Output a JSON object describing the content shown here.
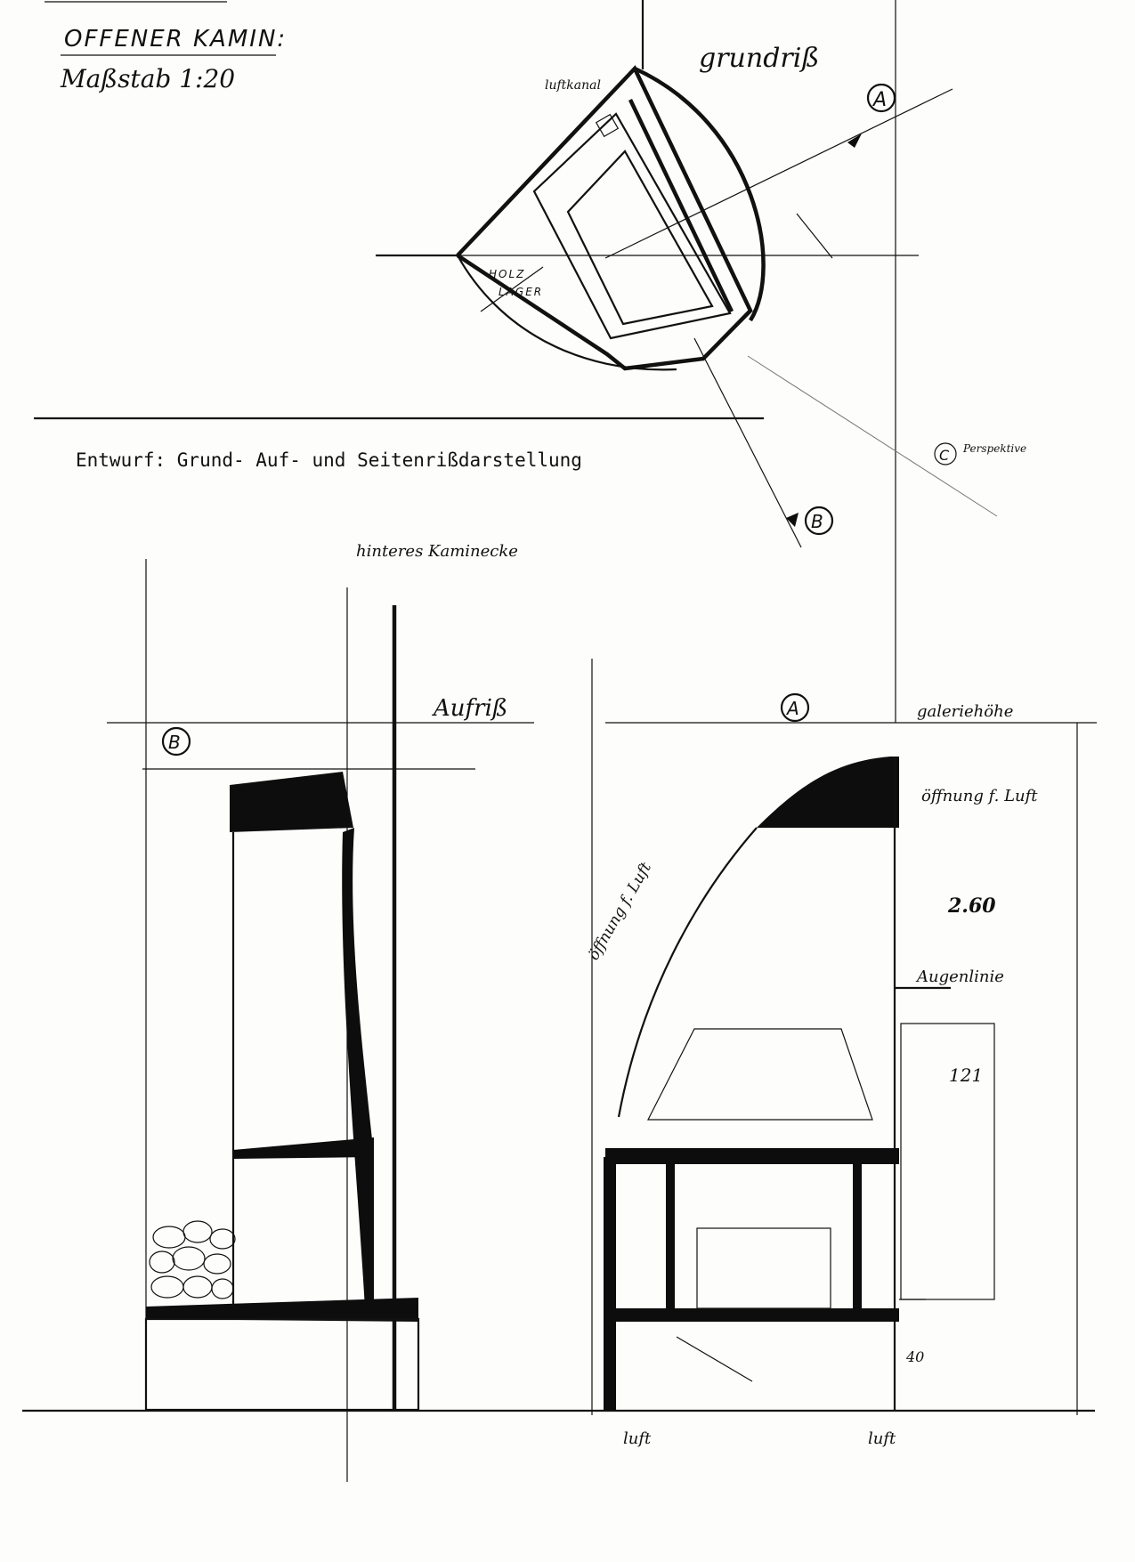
{
  "title": {
    "line1": "OFFENER KAMIN:",
    "line2": "Maßstab 1:20"
  },
  "caption": "Entwurf: Grund- Auf- und Seitenrißdarstellung",
  "plan": {
    "label": "grundriß",
    "marker_a": "A",
    "marker_b": "B",
    "marker_c": "C",
    "note_c": "Perspektive",
    "luftkanal": "luftkanal",
    "holzlager_1": "HOLZ",
    "holzlager_2": "LAGER"
  },
  "elevation_b": {
    "marker": "B",
    "label": "Aufriß",
    "kaminecke": "hinteres Kaminecke"
  },
  "elevation_a": {
    "marker": "A",
    "galerie": "galeriehöhe",
    "oeffnung_top": "öffnung f. Luft",
    "oeffnung_side": "öffnung f. Luft",
    "dim_height": "2.60",
    "augenlinie": "Augenlinie",
    "dim_121": "121",
    "dim_40": "40",
    "luft_left": "luft",
    "luft_right": "luft"
  },
  "colors": {
    "ink": "#0d0d0d",
    "paper": "#fdfdfb"
  }
}
